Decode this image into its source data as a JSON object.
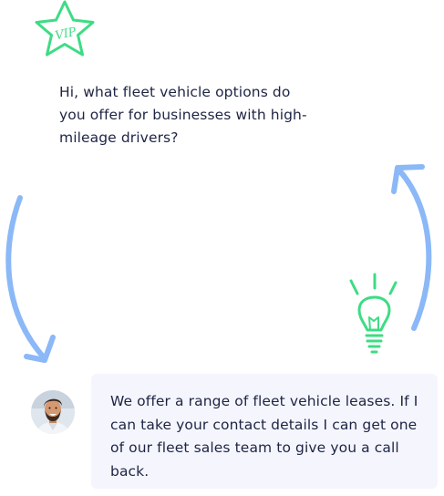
{
  "badge": {
    "text": "VIP",
    "icon": "star-icon",
    "color": "#3ddc84"
  },
  "conversation": {
    "user_message": "Hi, what fleet vehicle options do you offer for businesses with high-mileage drivers?",
    "bot_message": "We offer a range of fleet vehicle leases. If I can take your contact details I can get one of our fleet sales team to give you a call back."
  },
  "decorations": {
    "left_arrow_icon": "curved-arrow-down-icon",
    "right_arrow_icon": "curved-arrow-up-icon",
    "bulb_icon": "lightbulb-icon",
    "arrow_color": "#8bb8f7",
    "bulb_color": "#3ddc84"
  },
  "colors": {
    "text": "#1e2444",
    "bubble_bg": "#f5f6fd"
  }
}
